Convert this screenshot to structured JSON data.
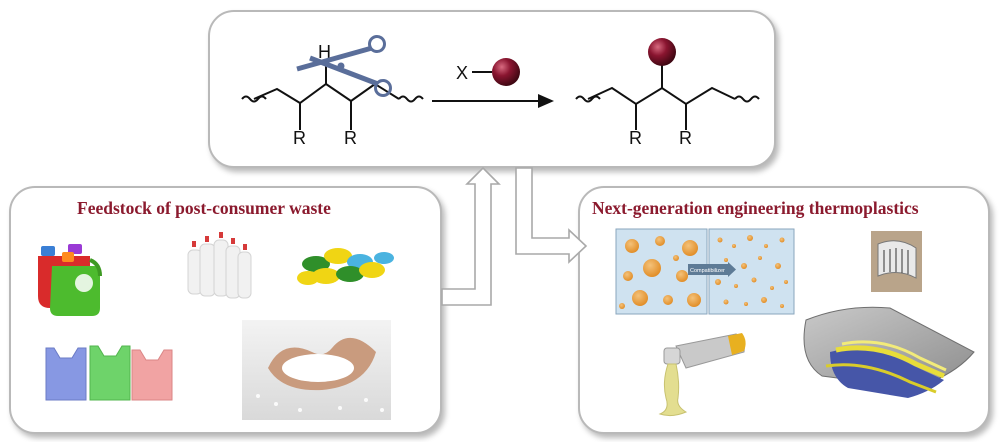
{
  "reaction": {
    "atom_h": "H",
    "reagent_x": "X",
    "substituent_r": "R"
  },
  "panels": {
    "feedstock_title": "Feedstock of post-consumer waste",
    "products_title": "Next-generation engineering thermoplastics",
    "compatibilizer_label": "Compatibilizer"
  },
  "colors": {
    "title": "#8b1a2e",
    "scissors": "#5a6e9a",
    "sphere": "#8a1530",
    "box_border": "#b9b9b9"
  }
}
